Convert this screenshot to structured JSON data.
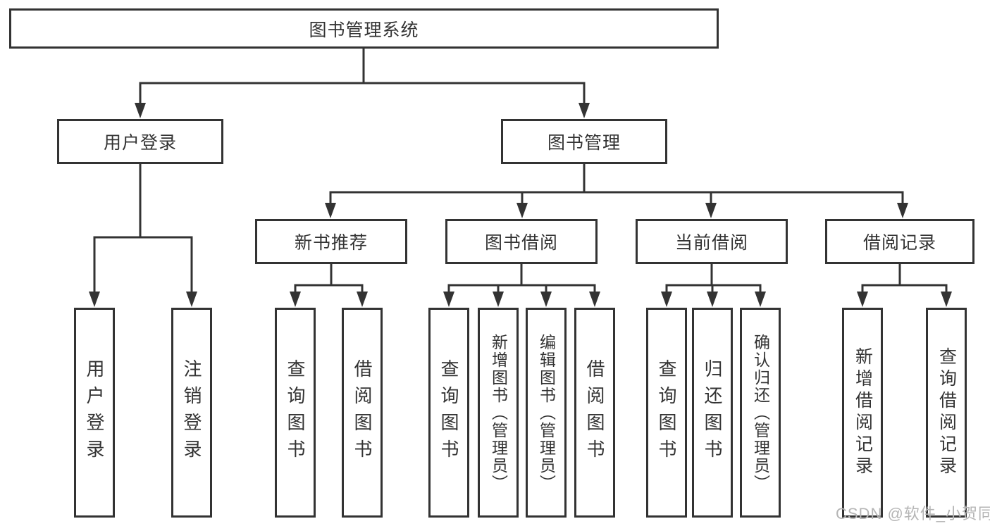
{
  "diagram": {
    "root": "图书管理系统",
    "level2": {
      "login": "用户登录",
      "management": "图书管理"
    },
    "level3": {
      "recommend": "新书推荐",
      "borrow": "图书借阅",
      "current": "当前借阅",
      "records": "借阅记录"
    },
    "leaves": {
      "login_user": "用户登录",
      "login_logout": "注销登录",
      "recommend_query": "查询图书",
      "recommend_borrow": "借阅图书",
      "borrow_query": "查询图书",
      "borrow_add": "新增图书（管理员）",
      "borrow_edit": "编辑图书（管理员）",
      "borrow_borrow": "借阅图书",
      "current_query": "查询图书",
      "current_return": "归还图书",
      "current_confirm": "确认归还（管理员）",
      "records_add": "新增借阅记录",
      "records_query": "查询借阅记录"
    },
    "colors": {
      "line": "#333333",
      "text": "#333333",
      "box_background": "#ffffff",
      "watermark": "#b5b5b5"
    }
  },
  "watermark": "CSDN @软件_小贺同学"
}
